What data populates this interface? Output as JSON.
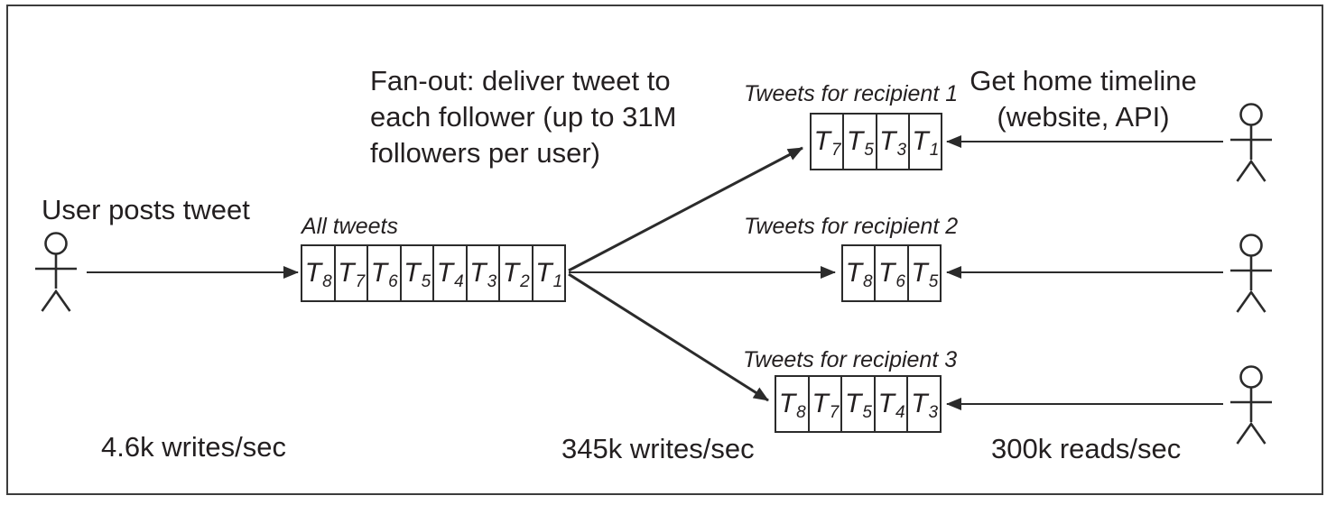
{
  "colors": {
    "ink": "#231f20",
    "line": "#2b2b2b",
    "frame": "#3c3c3c",
    "background": "#ffffff"
  },
  "labels": {
    "user_posts_tweet": "User posts tweet",
    "fanout": {
      "line1": "Fan-out: deliver tweet to",
      "line2": "each follower (up to 31M",
      "line3": "followers per user)"
    },
    "get_home_timeline": {
      "line1": "Get home timeline",
      "line2": "(website, API)"
    },
    "write_rate": "4.6k writes/sec",
    "fanout_write_rate": "345k writes/sec",
    "read_rate": "300k reads/sec"
  },
  "queues": [
    {
      "id": "all-tweets",
      "title": "All tweets",
      "cells": [
        {
          "letter": "T",
          "sub": "8"
        },
        {
          "letter": "T",
          "sub": "7"
        },
        {
          "letter": "T",
          "sub": "6"
        },
        {
          "letter": "T",
          "sub": "5"
        },
        {
          "letter": "T",
          "sub": "4"
        },
        {
          "letter": "T",
          "sub": "3"
        },
        {
          "letter": "T",
          "sub": "2"
        },
        {
          "letter": "T",
          "sub": "1"
        }
      ]
    },
    {
      "id": "recipient-1",
      "title": "Tweets for recipient 1",
      "cells": [
        {
          "letter": "T",
          "sub": "7"
        },
        {
          "letter": "T",
          "sub": "5"
        },
        {
          "letter": "T",
          "sub": "3"
        },
        {
          "letter": "T",
          "sub": "1"
        }
      ]
    },
    {
      "id": "recipient-2",
      "title": "Tweets for recipient 2",
      "cells": [
        {
          "letter": "T",
          "sub": "8"
        },
        {
          "letter": "T",
          "sub": "6"
        },
        {
          "letter": "T",
          "sub": "5"
        }
      ]
    },
    {
      "id": "recipient-3",
      "title": "Tweets for recipient 3",
      "cells": [
        {
          "letter": "T",
          "sub": "8"
        },
        {
          "letter": "T",
          "sub": "7"
        },
        {
          "letter": "T",
          "sub": "5"
        },
        {
          "letter": "T",
          "sub": "4"
        },
        {
          "letter": "T",
          "sub": "3"
        }
      ]
    }
  ],
  "icons": {
    "actor": "stick-figure-person-icon",
    "arrow": "arrowhead-icon"
  }
}
